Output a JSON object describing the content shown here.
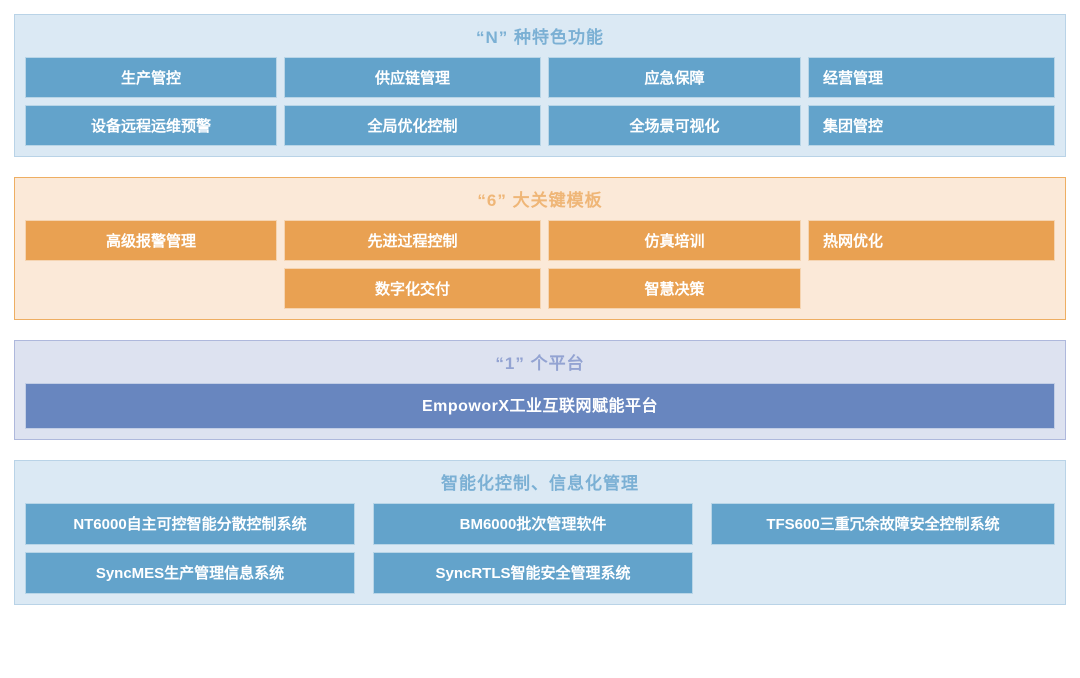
{
  "sections": [
    {
      "id": "features",
      "title": "“N” 种特色功能",
      "accent": "#63a3cb",
      "background": "#dbe9f4",
      "border": "#b9d3e7",
      "rows": [
        [
          "生产管控",
          "供应链管理",
          "应急保障",
          "经营管理"
        ],
        [
          "设备远程运维预警",
          "全局优化控制",
          "全场景可视化",
          "集团管控"
        ]
      ]
    },
    {
      "id": "templates",
      "title": "“6” 大关键模板",
      "accent": "#e9a152",
      "background": "#fbe9d8",
      "border": "#eeae62",
      "rows": [
        [
          "高级报警管理",
          "先进过程控制",
          "仿真培训",
          "热网优化"
        ],
        [
          "",
          "数字化交付",
          "智慧决策",
          ""
        ]
      ]
    },
    {
      "id": "platform",
      "title": "“1” 个平台",
      "accent": "#6886bf",
      "background": "#dde2f0",
      "border": "#aeb8dc",
      "bar_label": "EmpoworX工业互联网赋能平台"
    },
    {
      "id": "systems",
      "title": "智能化控制、信息化管理",
      "accent": "#63a3cb",
      "background": "#dbe9f4",
      "border": "#b9d3e7",
      "rows": [
        [
          "NT6000自主可控智能分散控制系统",
          "BM6000批次管理软件",
          "TFS600三重冗余故障安全控制系统"
        ],
        [
          "SyncMES生产管理信息系统",
          "SyncRTLS智能安全管理系统",
          ""
        ]
      ]
    }
  ]
}
